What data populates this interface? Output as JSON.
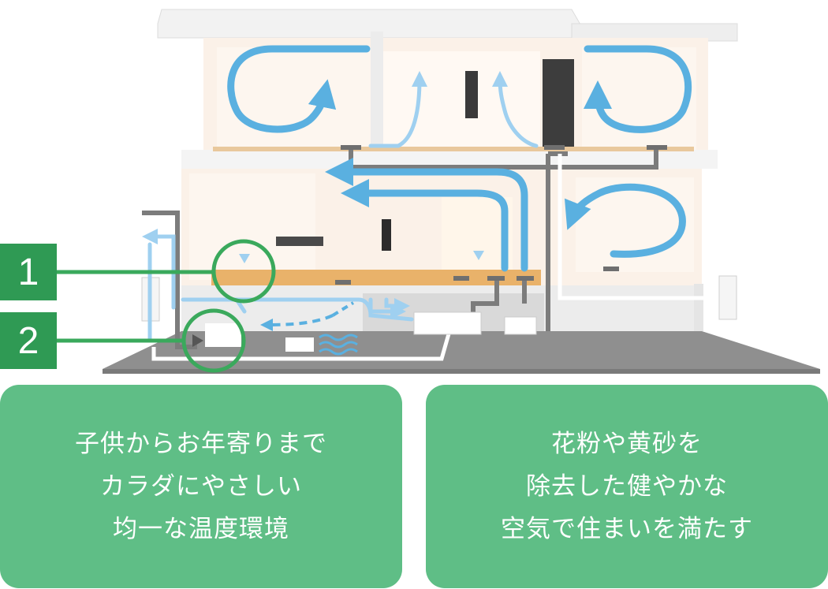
{
  "markers": [
    {
      "label": "1"
    },
    {
      "label": "2"
    }
  ],
  "cards": [
    {
      "lines": [
        "子供からお年寄りまで",
        "カラダにやさしい",
        "均一な温度環境"
      ]
    },
    {
      "lines": [
        "花粉や黄砂を",
        "除去した健やかな",
        "空気で住まいを満たす"
      ]
    }
  ],
  "colors": {
    "green": "#5fbe86",
    "marker_green": "#2f9a54",
    "airflow_blue": "#5ab0e0",
    "light_blue": "#9fd0f0",
    "duct_gray": "#7c7c7c",
    "wall": "#fbf1e8",
    "floor_wood": "#e9b26a",
    "ground": "#8f8f8f"
  }
}
